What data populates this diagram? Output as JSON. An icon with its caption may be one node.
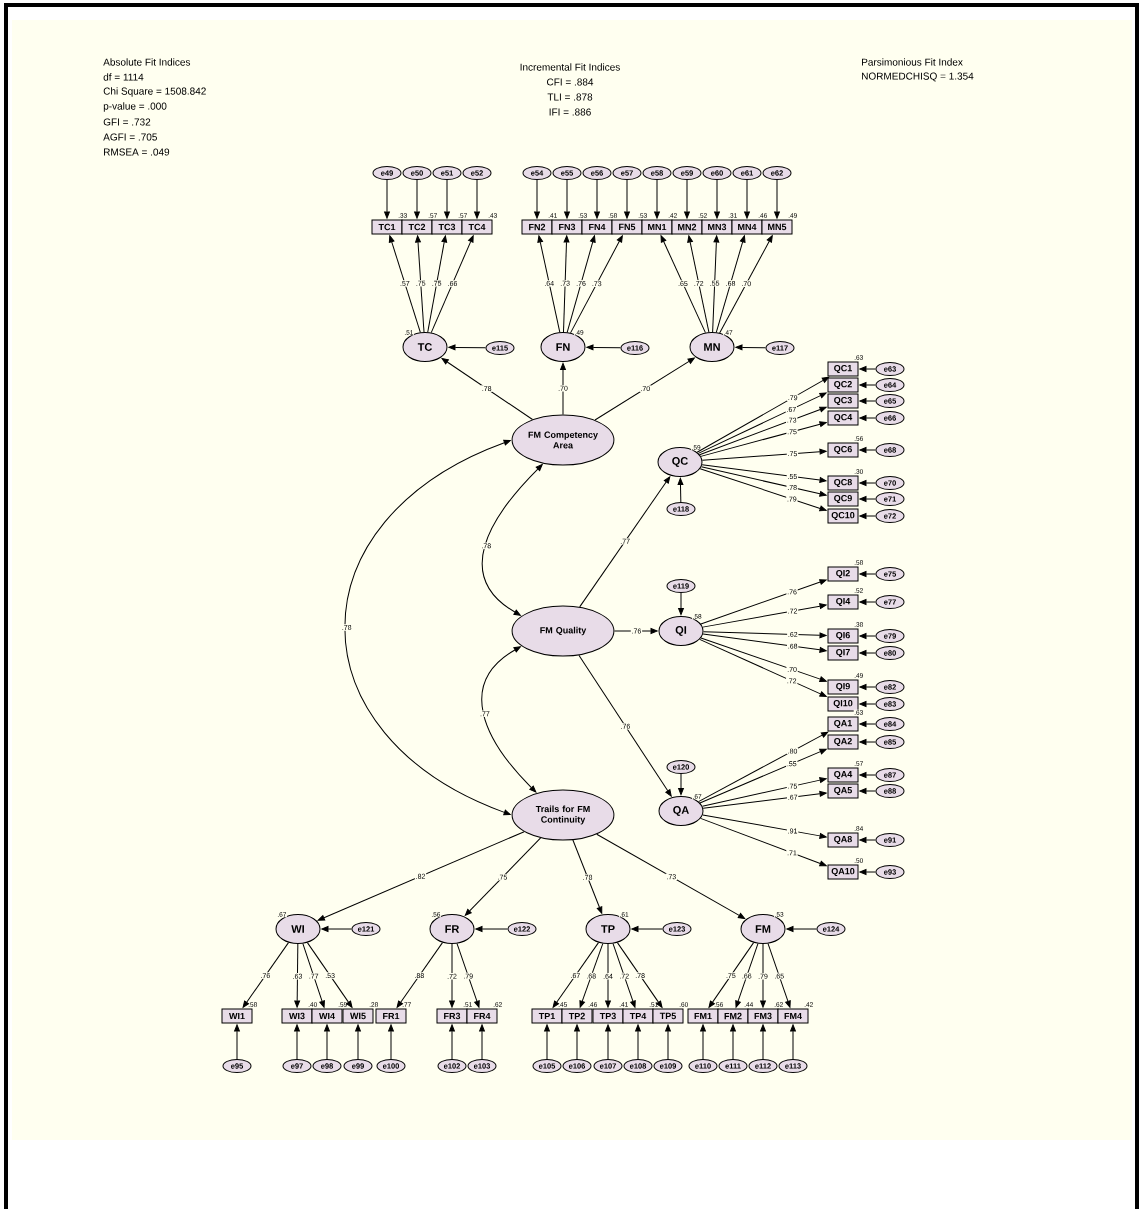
{
  "diagram": {
    "nodes": [
      {
        "text": [
          "e49"
        ]
      },
      {
        "text": [
          "e50"
        ]
      },
      {
        "text": [
          "e51"
        ]
      },
      {
        "text": [
          "e52"
        ]
      },
      {
        "text": [
          "e54"
        ]
      },
      {
        "text": [
          "e55"
        ]
      },
      {
        "text": [
          "e56"
        ]
      },
      {
        "text": [
          "e57"
        ]
      },
      {
        "text": [
          "e58"
        ]
      },
      {
        "text": [
          "e59"
        ]
      },
      {
        "text": [
          "e60"
        ]
      },
      {
        "text": [
          "e61"
        ]
      },
      {
        "text": [
          "e62"
        ]
      },
      {
        "text": [
          "TC1"
        ],
        "beside": [
          ".33"
        ]
      },
      {
        "text": [
          "TC2"
        ],
        "beside": [
          ".57"
        ]
      },
      {
        "text": [
          "TC3"
        ],
        "beside": [
          ".57"
        ]
      },
      {
        "text": [
          "TC4"
        ],
        "beside": [
          ".43"
        ]
      },
      {
        "text": [
          "FN2"
        ],
        "beside": [
          ".41"
        ]
      },
      {
        "text": [
          "FN3"
        ],
        "beside": [
          ".53"
        ]
      },
      {
        "text": [
          "FN4"
        ],
        "beside": [
          ".58"
        ]
      },
      {
        "text": [
          "FN5"
        ],
        "beside": [
          ".53"
        ]
      },
      {
        "text": [
          "MN1"
        ],
        "beside": [
          ".42"
        ]
      },
      {
        "text": [
          "MN2"
        ],
        "beside": [
          ".52"
        ]
      },
      {
        "text": [
          "MN3"
        ],
        "beside": [
          ".31"
        ]
      },
      {
        "text": [
          "MN4"
        ],
        "beside": [
          ".46"
        ]
      },
      {
        "text": [
          "MN5"
        ],
        "beside": [
          ".49"
        ]
      },
      {
        "text": [
          "TC"
        ],
        "beside": [
          ".51"
        ]
      },
      {
        "text": [
          "e115"
        ]
      },
      {
        "text": [
          "FN"
        ],
        "beside": [
          ".49"
        ]
      },
      {
        "text": [
          "e116"
        ]
      },
      {
        "text": [
          "MN"
        ],
        "beside": [
          ".47"
        ]
      },
      {
        "text": [
          "e117"
        ]
      },
      {
        "text": [
          "FM Competency Area"
        ]
      },
      {
        "text": [
          "QC1"
        ],
        "beside": [
          ".63"
        ]
      },
      {
        "text": [
          "QC2"
        ]
      },
      {
        "text": [
          "QC3"
        ]
      },
      {
        "text": [
          "QC4"
        ]
      },
      {
        "text": [
          "QC6"
        ],
        "beside": [
          ".56"
        ]
      },
      {
        "text": [
          "QC8"
        ],
        "beside": [
          ".30"
        ]
      },
      {
        "text": [
          "QC9"
        ]
      },
      {
        "text": [
          "QC10"
        ]
      },
      {
        "text": [
          "e63"
        ]
      },
      {
        "text": [
          "e64"
        ]
      },
      {
        "text": [
          "e65"
        ]
      },
      {
        "text": [
          "e66"
        ]
      },
      {
        "text": [
          "e68"
        ]
      },
      {
        "text": [
          "e70"
        ]
      },
      {
        "text": [
          "e71"
        ]
      },
      {
        "text": [
          "e72"
        ]
      },
      {
        "text": [
          "QC"
        ],
        "beside": [
          ".59"
        ]
      },
      {
        "text": [
          "e118"
        ]
      },
      {
        "text": [
          "FM Quality"
        ]
      },
      {
        "text": [
          "e119"
        ]
      },
      {
        "text": [
          "QI"
        ],
        "beside": [
          ".58"
        ]
      },
      {
        "text": [
          "QI2"
        ],
        "beside": [
          ".58"
        ]
      },
      {
        "text": [
          "QI4"
        ],
        "beside": [
          ".52"
        ]
      },
      {
        "text": [
          "QI6"
        ],
        "beside": [
          ".38"
        ]
      },
      {
        "text": [
          "QI7"
        ]
      },
      {
        "text": [
          "QI9"
        ],
        "beside": [
          ".49"
        ]
      },
      {
        "text": [
          "QI10"
        ]
      },
      {
        "text": [
          "e75"
        ]
      },
      {
        "text": [
          "e77"
        ]
      },
      {
        "text": [
          "e79"
        ]
      },
      {
        "text": [
          "e80"
        ]
      },
      {
        "text": [
          "e82"
        ]
      },
      {
        "text": [
          "e83"
        ]
      },
      {
        "text": [
          "QA1"
        ],
        "beside": [
          ".63"
        ]
      },
      {
        "text": [
          "QA2"
        ]
      },
      {
        "text": [
          "QA4"
        ],
        "beside": [
          ".57"
        ]
      },
      {
        "text": [
          "QA5"
        ]
      },
      {
        "text": [
          "QA8"
        ],
        "beside": [
          ".84"
        ]
      },
      {
        "text": [
          "QA10"
        ],
        "beside": [
          ".50"
        ]
      },
      {
        "text": [
          "e84"
        ]
      },
      {
        "text": [
          "e85"
        ]
      },
      {
        "text": [
          "e87"
        ]
      },
      {
        "text": [
          "e88"
        ]
      },
      {
        "text": [
          "e91"
        ]
      },
      {
        "text": [
          "e93"
        ]
      },
      {
        "text": [
          "e120"
        ]
      },
      {
        "text": [
          "QA"
        ],
        "beside": [
          ".67"
        ]
      },
      {
        "text": [
          "Trails for FM Continuity"
        ]
      },
      {
        "text": [
          "WI"
        ],
        "beside": [
          ".67"
        ]
      },
      {
        "text": [
          "e121"
        ]
      },
      {
        "text": [
          "FR"
        ],
        "beside": [
          ".56"
        ]
      },
      {
        "text": [
          "e122"
        ]
      },
      {
        "text": [
          "TP"
        ],
        "beside": [
          ".61"
        ]
      },
      {
        "text": [
          "e123"
        ]
      },
      {
        "text": [
          "FM"
        ],
        "beside": [
          ".53"
        ]
      },
      {
        "text": [
          "e124"
        ]
      },
      {
        "text": [
          "WI1"
        ],
        "beside": [
          ".58"
        ]
      },
      {
        "text": [
          "WI3"
        ],
        "beside": [
          ".40"
        ]
      },
      {
        "text": [
          "WI4"
        ],
        "beside": [
          ".59"
        ]
      },
      {
        "text": [
          "WI5"
        ],
        "beside": [
          ".28"
        ]
      },
      {
        "text": [
          "FR1"
        ],
        "beside": [
          ".77"
        ]
      },
      {
        "text": [
          "FR3"
        ],
        "beside": [
          ".51"
        ]
      },
      {
        "text": [
          "FR4"
        ],
        "beside": [
          ".62"
        ]
      },
      {
        "text": [
          "TP1"
        ],
        "beside": [
          ".45"
        ]
      },
      {
        "text": [
          "TP2"
        ],
        "beside": [
          ".46"
        ]
      },
      {
        "text": [
          "TP3"
        ],
        "beside": [
          ".41"
        ]
      },
      {
        "text": [
          "TP4"
        ],
        "beside": [
          ".51"
        ]
      },
      {
        "text": [
          "TP5"
        ],
        "beside": [
          ".60"
        ]
      },
      {
        "text": [
          "FM1"
        ],
        "beside": [
          ".56"
        ]
      },
      {
        "text": [
          "FM2"
        ],
        "beside": [
          ".44"
        ]
      },
      {
        "text": [
          "FM3"
        ],
        "beside": [
          ".62"
        ]
      },
      {
        "text": [
          "FM4"
        ],
        "beside": [
          ".42"
        ]
      },
      {
        "text": [
          "e95"
        ]
      },
      {
        "text": [
          "e97"
        ]
      },
      {
        "text": [
          "e98"
        ]
      },
      {
        "text": [
          "e99"
        ]
      },
      {
        "text": [
          "e100"
        ]
      },
      {
        "text": [
          "e102"
        ]
      },
      {
        "text": [
          "e103"
        ]
      },
      {
        "text": [
          "e105"
        ]
      },
      {
        "text": [
          "e106"
        ]
      },
      {
        "text": [
          "e107"
        ]
      },
      {
        "text": [
          "e108"
        ]
      },
      {
        "text": [
          "e109"
        ]
      },
      {
        "text": [
          "e110"
        ]
      },
      {
        "text": [
          "e111"
        ]
      },
      {
        "text": [
          "e112"
        ]
      },
      {
        "text": [
          "e113"
        ]
      }
    ],
    "edges": [
      {
        "from": 0,
        "to": 13,
        "arrow": "to"
      },
      {
        "from": 1,
        "to": 14,
        "arrow": "to"
      },
      {
        "from": 2,
        "to": 15,
        "arrow": "to"
      },
      {
        "from": 3,
        "to": 16,
        "arrow": "to"
      },
      {
        "from": 4,
        "to": 17,
        "arrow": "to"
      },
      {
        "from": 5,
        "to": 18,
        "arrow": "to"
      },
      {
        "from": 6,
        "to": 19,
        "arrow": "to"
      },
      {
        "from": 7,
        "to": 20,
        "arrow": "to"
      },
      {
        "from": 8,
        "to": 21,
        "arrow": "to"
      },
      {
        "from": 9,
        "to": 22,
        "arrow": "to"
      },
      {
        "from": 10,
        "to": 23,
        "arrow": "to"
      },
      {
        "from": 11,
        "to": 24,
        "arrow": "to"
      },
      {
        "from": 12,
        "to": 25,
        "arrow": "to"
      },
      {
        "from": 26,
        "to": 13,
        "arrow": "to",
        "label": ".57"
      },
      {
        "from": 26,
        "to": 14,
        "arrow": "to",
        "label": ".75"
      },
      {
        "from": 26,
        "to": 15,
        "arrow": "to",
        "label": ".75"
      },
      {
        "from": 26,
        "to": 16,
        "arrow": "to",
        "label": ".66"
      },
      {
        "from": 28,
        "to": 17,
        "arrow": "to",
        "label": ".64"
      },
      {
        "from": 28,
        "to": 18,
        "arrow": "to",
        "label": ".73"
      },
      {
        "from": 28,
        "to": 19,
        "arrow": "to",
        "label": ".76"
      },
      {
        "from": 28,
        "to": 20,
        "arrow": "to",
        "label": ".73"
      },
      {
        "from": 30,
        "to": 21,
        "arrow": "to",
        "label": ".65"
      },
      {
        "from": 30,
        "to": 22,
        "arrow": "to",
        "label": ".72"
      },
      {
        "from": 30,
        "to": 23,
        "arrow": "to",
        "label": ".55"
      },
      {
        "from": 30,
        "to": 24,
        "arrow": "to",
        "label": ".68"
      },
      {
        "from": 30,
        "to": 25,
        "arrow": "to",
        "label": ".70"
      },
      {
        "from": 27,
        "to": 26,
        "arrow": "to"
      },
      {
        "from": 29,
        "to": 28,
        "arrow": "to"
      },
      {
        "from": 31,
        "to": 30,
        "arrow": "to"
      },
      {
        "from": 32,
        "to": 26,
        "arrow": "to",
        "label": ".78"
      },
      {
        "from": 32,
        "to": 28,
        "arrow": "to",
        "label": ".70"
      },
      {
        "from": 32,
        "to": 30,
        "arrow": "to",
        "label": ".70"
      },
      {
        "from": 49,
        "to": 33,
        "arrow": "to",
        "label": ".79"
      },
      {
        "from": 49,
        "to": 34,
        "arrow": "to",
        "label": ".67"
      },
      {
        "from": 49,
        "to": 35,
        "arrow": "to",
        "label": ".73"
      },
      {
        "from": 49,
        "to": 36,
        "arrow": "to",
        "label": ".75"
      },
      {
        "from": 49,
        "to": 37,
        "arrow": "to",
        "label": ".75"
      },
      {
        "from": 49,
        "to": 38,
        "arrow": "to",
        "label": ".55"
      },
      {
        "from": 49,
        "to": 39,
        "arrow": "to",
        "label": ".78"
      },
      {
        "from": 49,
        "to": 40,
        "arrow": "to",
        "label": ".79"
      },
      {
        "from": 41,
        "to": 33,
        "arrow": "to"
      },
      {
        "from": 42,
        "to": 34,
        "arrow": "to"
      },
      {
        "from": 43,
        "to": 35,
        "arrow": "to"
      },
      {
        "from": 44,
        "to": 36,
        "arrow": "to"
      },
      {
        "from": 45,
        "to": 37,
        "arrow": "to"
      },
      {
        "from": 46,
        "to": 38,
        "arrow": "to"
      },
      {
        "from": 47,
        "to": 39,
        "arrow": "to"
      },
      {
        "from": 48,
        "to": 40,
        "arrow": "to"
      },
      {
        "from": 50,
        "to": 49,
        "arrow": "to"
      },
      {
        "from": 51,
        "to": 49,
        "arrow": "to",
        "label": ".77"
      },
      {
        "from": 51,
        "to": 53,
        "arrow": "to",
        "label": ".76"
      },
      {
        "from": 51,
        "to": 79,
        "arrow": "to",
        "label": ".76"
      },
      {
        "from": 52,
        "to": 53,
        "arrow": "to"
      },
      {
        "from": 53,
        "to": 54,
        "arrow": "to",
        "label": ".76"
      },
      {
        "from": 53,
        "to": 55,
        "arrow": "to",
        "label": ".72"
      },
      {
        "from": 53,
        "to": 56,
        "arrow": "to",
        "label": ".62"
      },
      {
        "from": 53,
        "to": 57,
        "arrow": "to",
        "label": ".68"
      },
      {
        "from": 53,
        "to": 58,
        "arrow": "to",
        "label": ".70"
      },
      {
        "from": 53,
        "to": 59,
        "arrow": "to",
        "label": ".72"
      },
      {
        "from": 60,
        "to": 54,
        "arrow": "to"
      },
      {
        "from": 61,
        "to": 55,
        "arrow": "to"
      },
      {
        "from": 62,
        "to": 56,
        "arrow": "to"
      },
      {
        "from": 63,
        "to": 57,
        "arrow": "to"
      },
      {
        "from": 64,
        "to": 58,
        "arrow": "to"
      },
      {
        "from": 65,
        "to": 59,
        "arrow": "to"
      },
      {
        "from": 79,
        "to": 66,
        "arrow": "to",
        "label": ".80"
      },
      {
        "from": 79,
        "to": 67,
        "arrow": "to",
        "label": ".55"
      },
      {
        "from": 79,
        "to": 68,
        "arrow": "to",
        "label": ".75"
      },
      {
        "from": 79,
        "to": 69,
        "arrow": "to",
        "label": ".67"
      },
      {
        "from": 79,
        "to": 70,
        "arrow": "to",
        "label": ".91"
      },
      {
        "from": 79,
        "to": 71,
        "arrow": "to",
        "label": ".71"
      },
      {
        "from": 72,
        "to": 66,
        "arrow": "to"
      },
      {
        "from": 73,
        "to": 67,
        "arrow": "to"
      },
      {
        "from": 74,
        "to": 68,
        "arrow": "to"
      },
      {
        "from": 75,
        "to": 69,
        "arrow": "to"
      },
      {
        "from": 76,
        "to": 70,
        "arrow": "to"
      },
      {
        "from": 77,
        "to": 71,
        "arrow": "to"
      },
      {
        "from": 78,
        "to": 79,
        "arrow": "to"
      },
      {
        "from": 32,
        "to": 51,
        "arrow": "both",
        "label": ".78"
      },
      {
        "from": 32,
        "to": 80,
        "arrow": "both",
        "label": ".78"
      },
      {
        "from": 51,
        "to": 80,
        "arrow": "both",
        "label": ".77"
      },
      {
        "from": 80,
        "to": 81,
        "arrow": "to",
        "label": ".82"
      },
      {
        "from": 80,
        "to": 83,
        "arrow": "to",
        "label": ".75"
      },
      {
        "from": 80,
        "to": 85,
        "arrow": "to",
        "label": ".78"
      },
      {
        "from": 80,
        "to": 87,
        "arrow": "to",
        "label": ".73"
      },
      {
        "from": 82,
        "to": 81,
        "arrow": "to"
      },
      {
        "from": 84,
        "to": 83,
        "arrow": "to"
      },
      {
        "from": 86,
        "to": 85,
        "arrow": "to"
      },
      {
        "from": 88,
        "to": 87,
        "arrow": "to"
      },
      {
        "from": 81,
        "to": 89,
        "arrow": "to",
        "label": ".76"
      },
      {
        "from": 81,
        "to": 90,
        "arrow": "to",
        "label": ".63"
      },
      {
        "from": 81,
        "to": 91,
        "arrow": "to",
        "label": ".77"
      },
      {
        "from": 81,
        "to": 92,
        "arrow": "to",
        "label": ".53"
      },
      {
        "from": 83,
        "to": 93,
        "arrow": "to",
        "label": ".88"
      },
      {
        "from": 83,
        "to": 94,
        "arrow": "to",
        "label": ".72"
      },
      {
        "from": 83,
        "to": 95,
        "arrow": "to",
        "label": ".79"
      },
      {
        "from": 85,
        "to": 96,
        "arrow": "to",
        "label": ".67"
      },
      {
        "from": 85,
        "to": 97,
        "arrow": "to",
        "label": ".68"
      },
      {
        "from": 85,
        "to": 98,
        "arrow": "to",
        "label": ".64"
      },
      {
        "from": 85,
        "to": 99,
        "arrow": "to",
        "label": ".72"
      },
      {
        "from": 85,
        "to": 100,
        "arrow": "to",
        "label": ".78"
      },
      {
        "from": 87,
        "to": 101,
        "arrow": "to",
        "label": ".75"
      },
      {
        "from": 87,
        "to": 102,
        "arrow": "to",
        "label": ".66"
      },
      {
        "from": 87,
        "to": 103,
        "arrow": "to",
        "label": ".79"
      },
      {
        "from": 87,
        "to": 104,
        "arrow": "to",
        "label": ".65"
      },
      {
        "from": 105,
        "to": 89,
        "arrow": "to"
      },
      {
        "from": 106,
        "to": 90,
        "arrow": "to"
      },
      {
        "from": 107,
        "to": 91,
        "arrow": "to"
      },
      {
        "from": 108,
        "to": 92,
        "arrow": "to"
      },
      {
        "from": 109,
        "to": 93,
        "arrow": "to"
      },
      {
        "from": 110,
        "to": 94,
        "arrow": "to"
      },
      {
        "from": 111,
        "to": 95,
        "arrow": "to"
      },
      {
        "from": 112,
        "to": 96,
        "arrow": "to"
      },
      {
        "from": 113,
        "to": 97,
        "arrow": "to"
      },
      {
        "from": 114,
        "to": 98,
        "arrow": "to"
      },
      {
        "from": 115,
        "to": 99,
        "arrow": "to"
      },
      {
        "from": 116,
        "to": 100,
        "arrow": "to"
      },
      {
        "from": 117,
        "to": 101,
        "arrow": "to"
      },
      {
        "from": 118,
        "to": 102,
        "arrow": "to"
      },
      {
        "from": 119,
        "to": 103,
        "arrow": "to"
      },
      {
        "from": 120,
        "to": 104,
        "arrow": "to"
      }
    ],
    "labels": [
      "Absolute Fit Indices",
      "df = 1114",
      "Chi Square = 1508.842",
      "p-value = .000",
      "GFI = .732",
      "AGFI = .705",
      "RMSEA = .049",
      "Incremental Fit Indices",
      "CFI = .884",
      "TLI = .878",
      "IFI = .886",
      "Parsimonious Fit Index",
      "NORMEDCHISQ = 1.354"
    ]
  }
}
